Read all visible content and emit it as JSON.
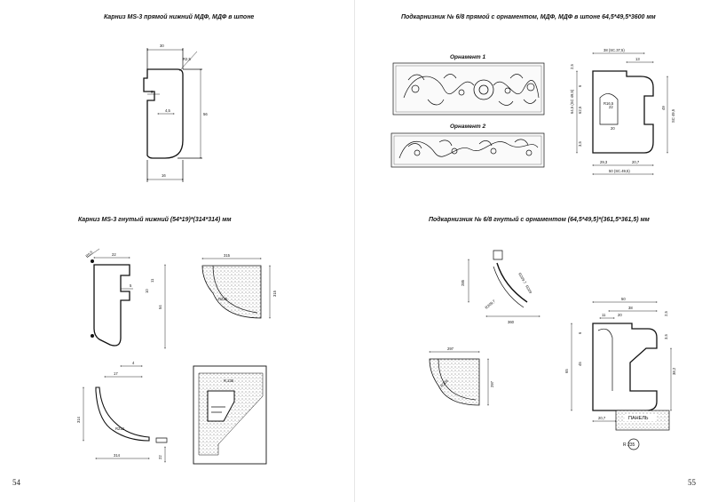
{
  "titles": {
    "t1": "Карниз MS-3 прямой нижний МДФ, МДФ в шпоне",
    "t2": "Подкарнизник № 6/8 прямой с орнаментом, МДФ, МДФ в шпоне 64,5*49,5*3600 мм",
    "t3": "Карниз MS-3 гнутый нижний (54*19)*(314*314) мм",
    "t4": "Подкарнизник № 6/8 гнутый с орнаментом (64,5*49,5)*(361,5*361,5) мм"
  },
  "pages": {
    "left": "54",
    "right": "55"
  },
  "ornaments": {
    "o1": "Орнамент 1",
    "o2": "Орнамент 2"
  },
  "d1": {
    "w": "30",
    "r": "R2,5",
    "a": "9",
    "b": "4,5",
    "h": "56",
    "base": "16"
  },
  "d2": {
    "top": "38 (SC.37,5)",
    "t13": "13",
    "a": "2,5",
    "b": "6",
    "c": "3,5",
    "d": "22",
    "e": "62,5",
    "h": "64,5 (SC 49,5)",
    "rt": "49",
    "r": "R16,5",
    "f": "20",
    "g": "29,3",
    "i": "20,7",
    "bot": "50 (SC.49,5)",
    "sc": "SC 49,5"
  },
  "d3": {
    "r": "R6,5",
    "w": "22",
    "a": "11",
    "b": "10",
    "c": "5",
    "h": "54",
    "pw": "315",
    "ph": "315",
    "pr": "R235",
    "s4": "4",
    "s17": "17",
    "s314": "314",
    "r212": "R212",
    "bw": "314",
    "bh": "22",
    "dr": "R,235"
  },
  "d4": {
    "a": "285",
    "b": "360",
    "r1": "R209,7",
    "r2": "R209",
    "r3": "R209,7",
    "pw": "297",
    "ph": "297",
    "pr": "R209",
    "w": "50",
    "x38": "38",
    "x11": "11",
    "x20": "20",
    "x25": "2,5",
    "h": "65",
    "y45": "45",
    "y38": "38,2",
    "y6": "6",
    "y35": "3,5",
    "b207": "20,7",
    "panel": "ПАНЕЛЬ",
    "dr": "R 235"
  }
}
